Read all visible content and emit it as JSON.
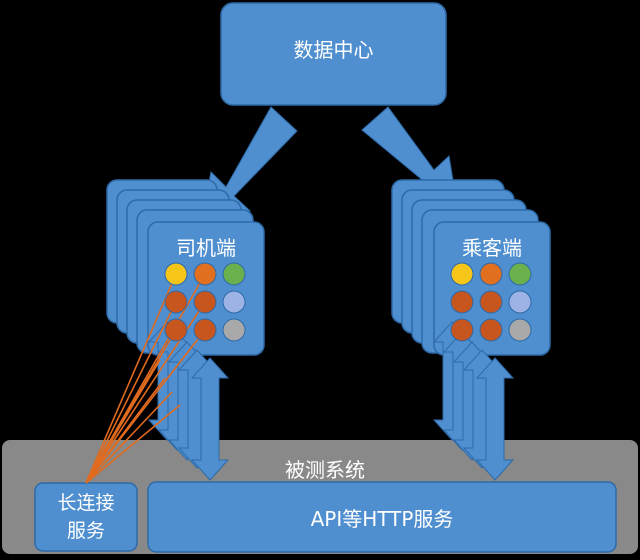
{
  "data_center": {
    "label": "数据中心"
  },
  "driver_group": {
    "label": "司机端"
  },
  "passenger_group": {
    "label": "乘客端"
  },
  "system_under_test": {
    "label": "被测系统"
  },
  "long_connection_service": {
    "line1": "长连接",
    "line2": "服务"
  },
  "api_http_service": {
    "label": "API等HTTP服务"
  },
  "colors": {
    "box_fill": "#4f8fd0",
    "box_stroke": "#2e6aa8",
    "system_bg": "#898989",
    "connector": "#e06a1e",
    "dot_yellow": "#f5c518",
    "dot_orange": "#e0701f",
    "dot_green": "#6ab04c",
    "dot_brown": "#c7561e",
    "dot_lightblue": "#9db3e6",
    "dot_gray": "#a9a9a9"
  },
  "dot_grid_colors": [
    [
      "yellow",
      "orange",
      "green"
    ],
    [
      "brown",
      "brown",
      "lightblue"
    ],
    [
      "brown",
      "brown",
      "gray"
    ]
  ]
}
